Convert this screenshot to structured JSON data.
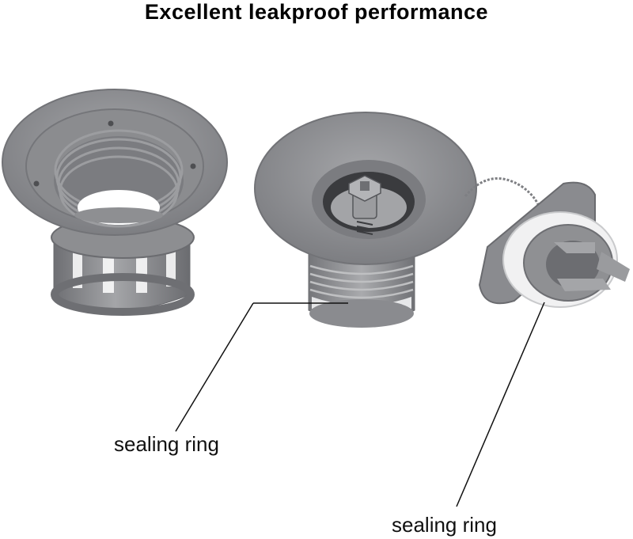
{
  "title": "Excellent leakproof performance",
  "labels": {
    "sealing_ring_left": "sealing ring",
    "sealing_ring_right": "sealing ring"
  },
  "colors": {
    "background": "#ffffff",
    "plastic_gray": "#8e8f92",
    "plastic_dark": "#6f7074",
    "seal_white": "#f2f2f2",
    "leader_line": "#111111"
  }
}
